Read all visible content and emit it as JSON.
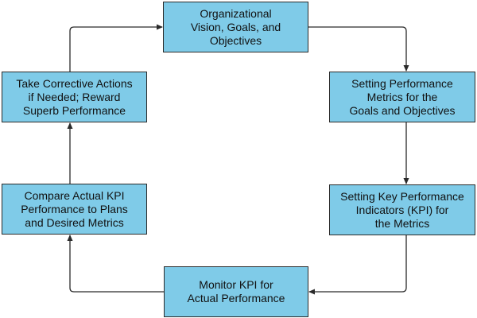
{
  "colors": {
    "box_fill": "#7fcbe8",
    "box_border": "#2a2a2a",
    "arrow": "#2a2a2a",
    "text": "#111111"
  },
  "nodes": [
    {
      "id": "vision",
      "label": "Organizational\nVision, Goals, and\nObjectives"
    },
    {
      "id": "metrics",
      "label": "Setting Performance\nMetrics for the\nGoals and Objectives"
    },
    {
      "id": "kpi",
      "label": "Setting Key Performance\nIndicators (KPI) for\nthe Metrics"
    },
    {
      "id": "monitor",
      "label": "Monitor KPI for\nActual Performance"
    },
    {
      "id": "compare",
      "label": "Compare Actual KPI\nPerformance to Plans\nand Desired Metrics"
    },
    {
      "id": "corrective",
      "label": "Take Corrective Actions\nif Needed; Reward\nSuperb Performance"
    }
  ],
  "edges": [
    {
      "from": "vision",
      "to": "metrics"
    },
    {
      "from": "metrics",
      "to": "kpi"
    },
    {
      "from": "kpi",
      "to": "monitor"
    },
    {
      "from": "monitor",
      "to": "compare"
    },
    {
      "from": "compare",
      "to": "corrective"
    },
    {
      "from": "corrective",
      "to": "vision"
    }
  ]
}
